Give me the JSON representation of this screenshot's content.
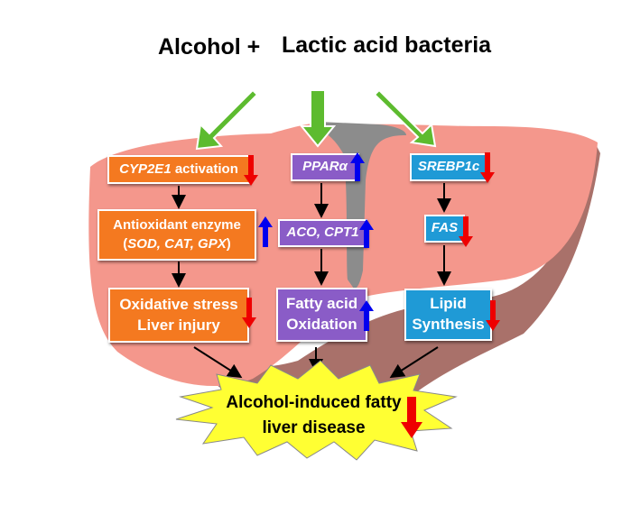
{
  "title": {
    "part1": "Alcohol +",
    "part2": "Lactic acid bacteria"
  },
  "boxes": {
    "cyp2e1": {
      "italic": "CYP2E1",
      "text": " activation",
      "trend": "down"
    },
    "antioxidant": {
      "line1": "Antioxidant enzyme",
      "line2_open": "(",
      "line2_italic": "SOD, CAT, GPX",
      "line2_close": ")",
      "trend": "up"
    },
    "oxidative": {
      "line1": "Oxidative stress",
      "line2": "Liver injury",
      "trend": "down"
    },
    "ppara": {
      "text": "PPARα",
      "trend": "up"
    },
    "aco": {
      "text": "ACO, CPT1",
      "trend": "up"
    },
    "fatty": {
      "line1": "Fatty acid",
      "line2": "Oxidation",
      "trend": "up"
    },
    "srebp": {
      "text": "SREBP1c",
      "trend": "down"
    },
    "fas": {
      "text": "FAS",
      "trend": "down"
    },
    "lipid": {
      "line1": "Lipid",
      "line2": "Synthesis",
      "trend": "down"
    }
  },
  "outcome": {
    "line1": "Alcohol-induced fatty",
    "line2": "liver disease",
    "trend": "down"
  },
  "colors": {
    "liver": "#f4978c",
    "shadow": "#a9716a",
    "vessel": "#8c8c8c",
    "orange": "#f47920",
    "purple": "#8a5cc7",
    "blue": "#1f9ad6",
    "green": "#5dbb2f",
    "up": "#0000ee",
    "down": "#ee0000",
    "burst": "#ffff33"
  }
}
